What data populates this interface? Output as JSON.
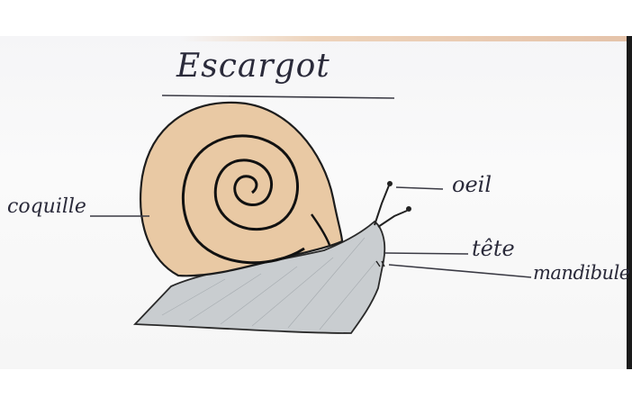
{
  "diagram": {
    "title": "Escargot",
    "labels": {
      "coquille": "coquille",
      "oeil": "oeil",
      "tete": "tête",
      "mandibule": "mandibule"
    }
  },
  "colors": {
    "shell_fill": "#e9c9a4",
    "body_fill": "#c9cdd0",
    "ink": "#1d1d1d",
    "pencil": "#3a3a44",
    "paper": "#f6f6f7"
  }
}
